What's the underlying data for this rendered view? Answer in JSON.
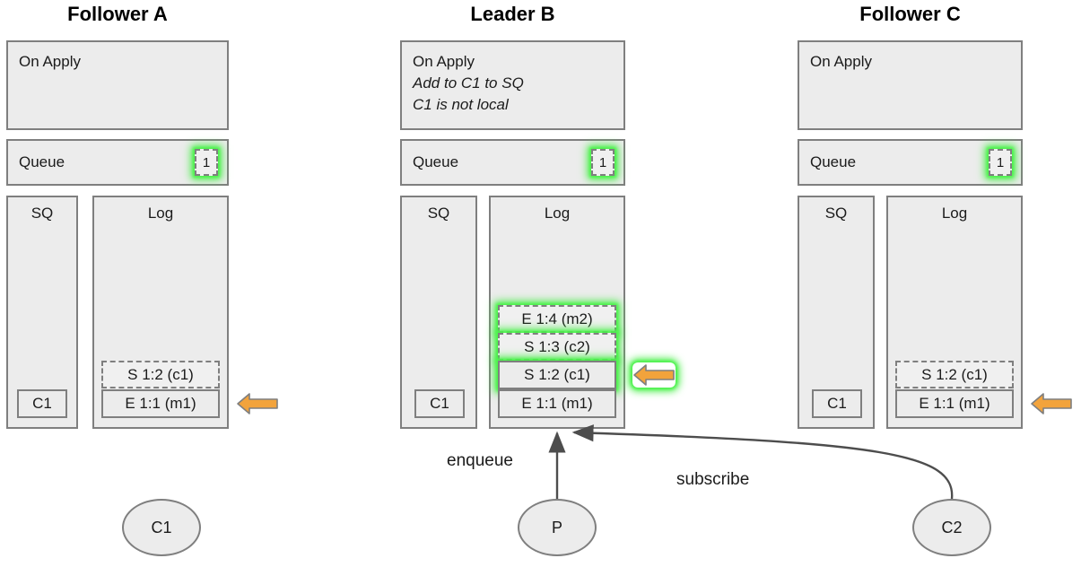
{
  "diagram": {
    "title_style": "raft-queue-replication",
    "colors": {
      "box_fill": "#ececec",
      "box_border": "#7f7f7f",
      "glow": "#44ee44",
      "arrow_orange": "#f2a33c",
      "connector": "#4d4d4d",
      "text": "#1b1b1b"
    }
  },
  "columns": [
    {
      "id": "follower-a",
      "title": "Follower A",
      "on_apply": {
        "header": "On Apply",
        "notes": []
      },
      "queue": {
        "label": "Queue",
        "badge": "1",
        "badge_glow": true
      },
      "sq": {
        "title": "SQ",
        "entries": [
          {
            "label": "C1",
            "style": "solid",
            "glow": false
          }
        ]
      },
      "log": {
        "title": "Log",
        "entries": [
          {
            "label": "S 1:2 (c1)",
            "style": "dashed",
            "glow": false
          },
          {
            "label": "E 1:1 (m1)",
            "style": "solid",
            "glow": false
          }
        ]
      },
      "commit_arrow": {
        "present": true,
        "glow": false,
        "direction": "left"
      }
    },
    {
      "id": "leader-b",
      "title": "Leader B",
      "on_apply": {
        "header": "On Apply",
        "notes": [
          "Add to C1 to SQ",
          "C1 is not local"
        ]
      },
      "queue": {
        "label": "Queue",
        "badge": "1",
        "badge_glow": true
      },
      "sq": {
        "title": "SQ",
        "entries": [
          {
            "label": "C1",
            "style": "solid",
            "glow": false
          }
        ]
      },
      "log": {
        "title": "Log",
        "entries": [
          {
            "label": "E 1:4 (m2)",
            "style": "dashed",
            "glow": true
          },
          {
            "label": "S 1:3 (c2)",
            "style": "dashed",
            "glow": true
          },
          {
            "label": "S 1:2 (c1)",
            "style": "solid",
            "glow": true
          },
          {
            "label": "E 1:1 (m1)",
            "style": "solid",
            "glow": false
          }
        ]
      },
      "commit_arrow": {
        "present": true,
        "glow": true,
        "direction": "left"
      }
    },
    {
      "id": "follower-c",
      "title": "Follower C",
      "on_apply": {
        "header": "On Apply",
        "notes": []
      },
      "queue": {
        "label": "Queue",
        "badge": "1",
        "badge_glow": true
      },
      "sq": {
        "title": "SQ",
        "entries": [
          {
            "label": "C1",
            "style": "solid",
            "glow": false
          }
        ]
      },
      "log": {
        "title": "Log",
        "entries": [
          {
            "label": "S 1:2 (c1)",
            "style": "dashed",
            "glow": false
          },
          {
            "label": "E 1:1 (m1)",
            "style": "solid",
            "glow": false
          }
        ]
      },
      "commit_arrow": {
        "present": true,
        "glow": false,
        "direction": "left"
      }
    }
  ],
  "clients": [
    {
      "id": "client-c1",
      "label": "C1"
    },
    {
      "id": "producer-p",
      "label": "P"
    },
    {
      "id": "client-c2",
      "label": "C2"
    }
  ],
  "edges": [
    {
      "id": "enqueue-edge",
      "label": "enqueue",
      "from": "producer-p",
      "to": "leader-b-log"
    },
    {
      "id": "subscribe-edge",
      "label": "subscribe",
      "from": "client-c2",
      "to": "leader-b-log"
    }
  ]
}
